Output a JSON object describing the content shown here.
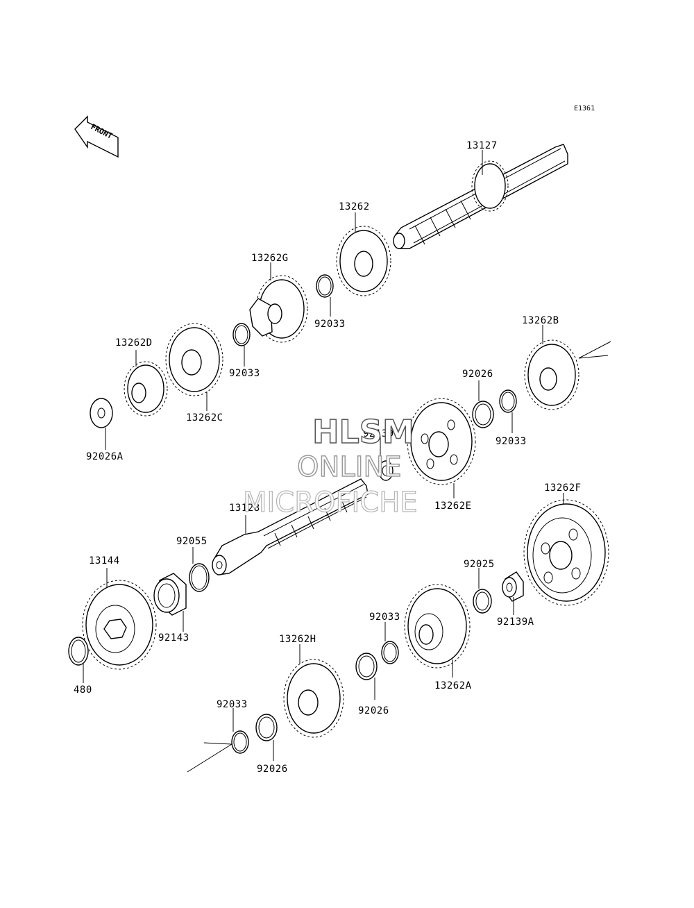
{
  "diagram": {
    "code": "E1361",
    "front_arrow_label": "FRONT",
    "watermark": {
      "line1": "HLSM",
      "line2": "ONLINE",
      "line3": "MICROFICHE"
    },
    "labels": {
      "p13127": "13127",
      "p13262": "13262",
      "p13262G": "13262G",
      "p92033_a": "92033",
      "p92033_b": "92033",
      "p13262D": "13262D",
      "p13262C": "13262C",
      "p92026A": "92026A",
      "p13262B": "13262B",
      "p92026_a": "92026",
      "p92033_c": "92033",
      "p92139": "92139",
      "p13262E": "13262E",
      "p13128": "13128",
      "p92055": "92055",
      "p13144": "13144",
      "p92143": "92143",
      "p480": "480",
      "p13262F": "13262F",
      "p92025": "92025",
      "p92139A": "92139A",
      "p92033_d": "92033",
      "p13262A": "13262A",
      "p13262H": "13262H",
      "p92026_b": "92026",
      "p92033_e": "92033",
      "p92026_c": "92026"
    }
  }
}
